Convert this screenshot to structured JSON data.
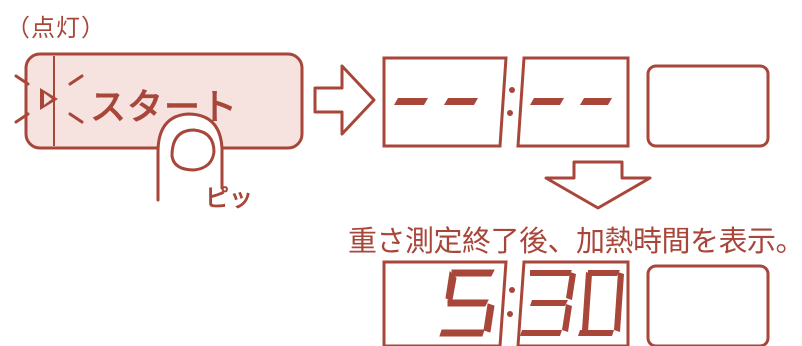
{
  "status_label": "（点灯）",
  "start_button": {
    "label": "スタート"
  },
  "beep_sound": "ピッ",
  "caption": "重さ測定終了後、加熱時間を表示。",
  "display_initial": {
    "left": "--",
    "right": "--"
  },
  "display_result": {
    "minutes": "5",
    "seconds": "30"
  },
  "colors": {
    "ink": "#a8463a",
    "button_fill": "#f6e2df",
    "background": "#ffffff"
  },
  "icons": [
    "play-icon",
    "finger-icon",
    "arrow-right-icon",
    "arrow-down-icon"
  ]
}
